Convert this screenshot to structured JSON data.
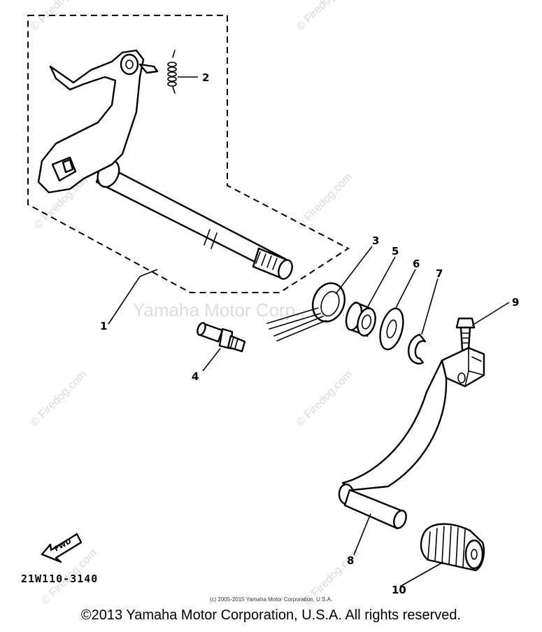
{
  "callouts": [
    "1",
    "2",
    "3",
    "4",
    "5",
    "6",
    "7",
    "8",
    "9",
    "10"
  ],
  "diagram_code": "21W110-3140",
  "fwd_label": "FWD",
  "watermark_center": "Yamaha Motor Corp., U.S.A.",
  "watermark_small": "© Firedog.com",
  "small_copyright": "(c) 2005-2015 Yamaha Motor Corporation, U.S.A.",
  "footer_copyright": "©2013 Yamaha Motor Corporation, U.S.A. All rights reserved.",
  "colors": {
    "line": "#000000",
    "watermark": "#d8d8d8",
    "background": "#ffffff"
  }
}
